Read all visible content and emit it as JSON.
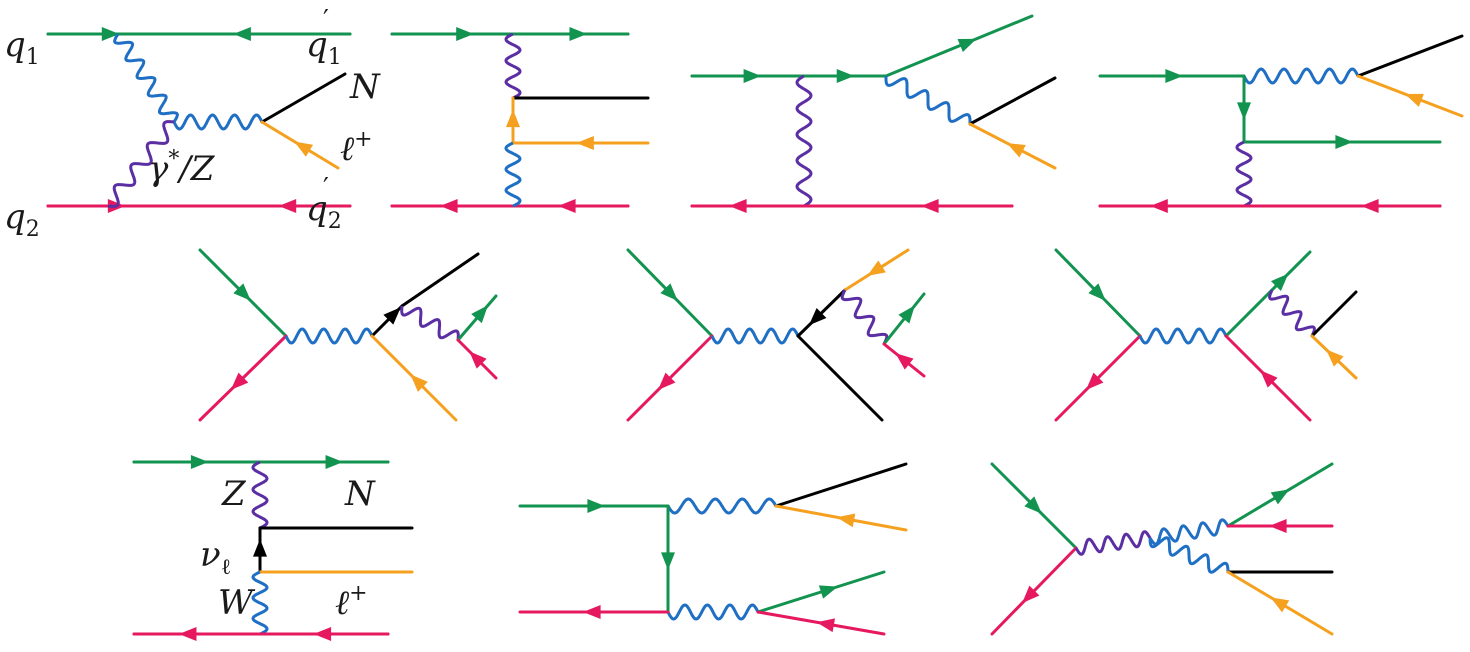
{
  "colors": {
    "quark": "#12934f",
    "antiquark": "#e6185f",
    "lepton": "#f5a01f",
    "heavy_neutrino": "#000000",
    "w_boson": "#1f6fc4",
    "neutral_boson": "#5b2fa3"
  },
  "labels": {
    "q1": "q",
    "q1_sub": "1",
    "q2": "q",
    "q2_sub": "2",
    "q1p": "q",
    "q1p_sub": "1",
    "q1p_prime": "′",
    "q2p": "q",
    "q2p_sub": "2",
    "q2p_prime": "′",
    "N1": "N",
    "l1": "ℓ",
    "l1_sup": "+",
    "gz": "γ",
    "gz_sup": "*",
    "gz_rest": "/Z",
    "Z": "Z",
    "N2": "N",
    "nu": "ν",
    "nu_sub": "ℓ",
    "W": "W",
    "l2": "ℓ",
    "l2_sup": "+"
  }
}
